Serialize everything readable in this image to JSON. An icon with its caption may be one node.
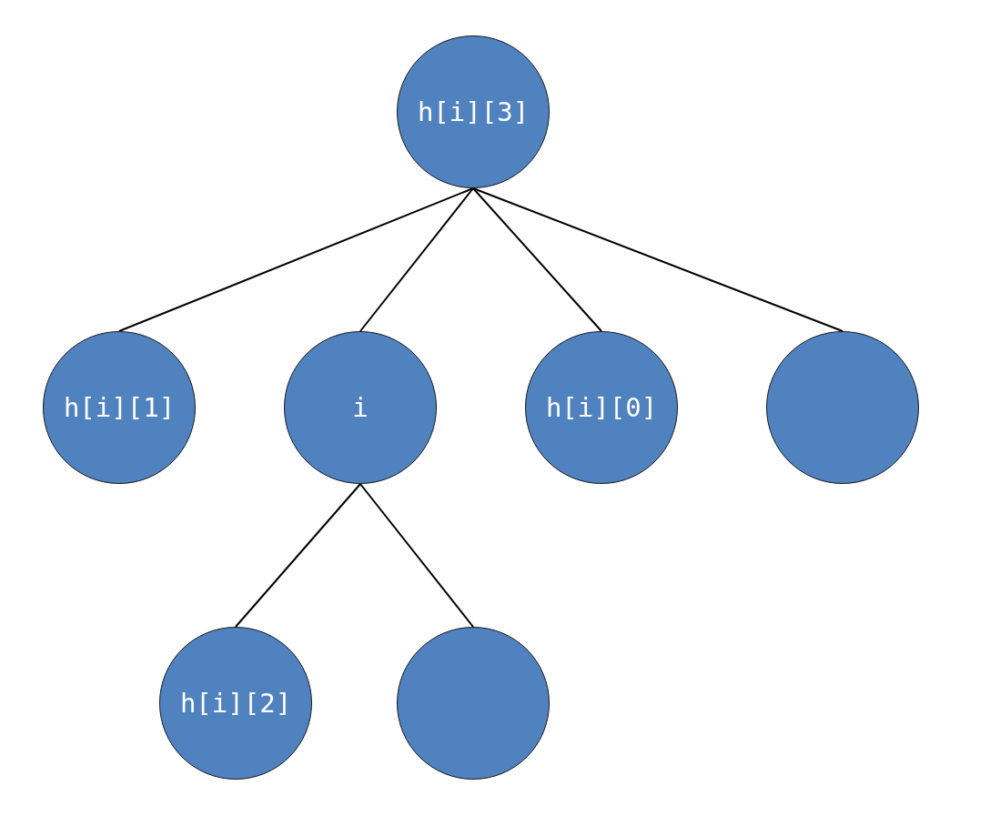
{
  "diagram": {
    "nodes": [
      {
        "text": [
          "h[i][3]"
        ]
      },
      {
        "text": [
          "h[i][1]"
        ]
      },
      {
        "text": [
          "i"
        ]
      },
      {
        "text": [
          "h[i][0]"
        ]
      },
      {
        "text": [],
        "shape": "circle"
      },
      {
        "text": [
          "h[i][2]"
        ]
      },
      {
        "text": [],
        "shape": "circle"
      }
    ],
    "edges": [
      {
        "from": 0,
        "to": 1,
        "arrow": "none"
      },
      {
        "from": 0,
        "to": 2,
        "arrow": "none"
      },
      {
        "from": 0,
        "to": 3,
        "arrow": "none"
      },
      {
        "from": 0,
        "to": 4,
        "arrow": "none"
      },
      {
        "from": 2,
        "to": 5,
        "arrow": "none"
      },
      {
        "from": 2,
        "to": 6,
        "arrow": "none"
      }
    ]
  }
}
